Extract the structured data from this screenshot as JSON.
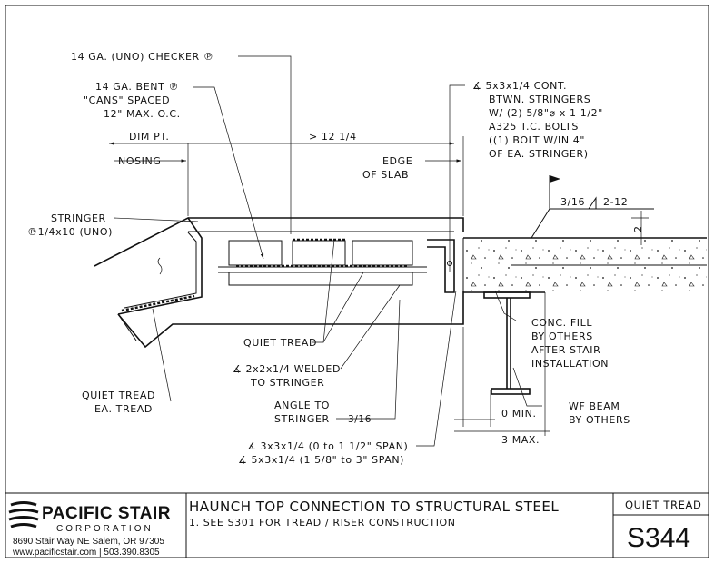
{
  "labels": {
    "checker_plate": "14 GA. (UNO) CHECKER ℗",
    "bent_plate_1": "14 GA. BENT ℗",
    "bent_plate_2": "\"CANS\" SPACED",
    "bent_plate_3": "12\" MAX. O.C.",
    "dim_pt": "DIM PT.",
    "dim_value": "> 12 1/4",
    "nosing": "NOSING",
    "edge_1": "EDGE",
    "edge_2": "OF SLAB",
    "angle_cont_1": "∡ 5x3x1/4 CONT.",
    "angle_cont_2": "BTWN. STRINGERS",
    "angle_cont_3": "W/ (2) 5/8\"⌀ x 1 1/2\"",
    "angle_cont_4": "A325 T.C. BOLTS",
    "angle_cont_5": "((1) BOLT W/IN 4\"",
    "angle_cont_6": "OF EA. STRINGER)",
    "weld_symbol_left": "3/16",
    "weld_symbol_right": "2-12",
    "slab_dim": "2",
    "stringer_1": "STRINGER",
    "stringer_2": "℗1/4x10 (UNO)",
    "quiet_tread": "QUIET TREAD",
    "angle_welded_1": "∡ 2x2x1/4 WELDED",
    "angle_welded_2": "TO STRINGER",
    "quiet_tread_ea_1": "QUIET TREAD",
    "quiet_tread_ea_2": "EA. TREAD",
    "angle_to_1": "ANGLE TO",
    "angle_to_2": "STRINGER",
    "angle_to_weld": "3/16",
    "conc_1": "CONC. FILL",
    "conc_2": "BY OTHERS",
    "conc_3": "AFTER STAIR",
    "conc_4": "INSTALLATION",
    "beam_1": "WF BEAM",
    "beam_2": "BY OTHERS",
    "min_dim": "0 MIN.",
    "max_dim": "3 MAX.",
    "angle_span_1": "∡ 3x3x1/4 (0 to 1 1/2\" SPAN)",
    "angle_span_2": "∡ 5x3x1/4 (1 5/8\" to 3\" SPAN)"
  },
  "title_block": {
    "company_name": "PACIFIC STAIR",
    "company_sub": "CORPORATION",
    "address": "8690 Stair Way NE Salem, OR 97305",
    "contact": "www.pacificstair.com  |  503.390.8305",
    "title": "HAUNCH TOP CONNECTION TO STRUCTURAL STEEL",
    "note": "1.  SEE S301 FOR TREAD / RISER CONSTRUCTION",
    "series": "QUIET TREAD",
    "sheet_number": "S344"
  }
}
